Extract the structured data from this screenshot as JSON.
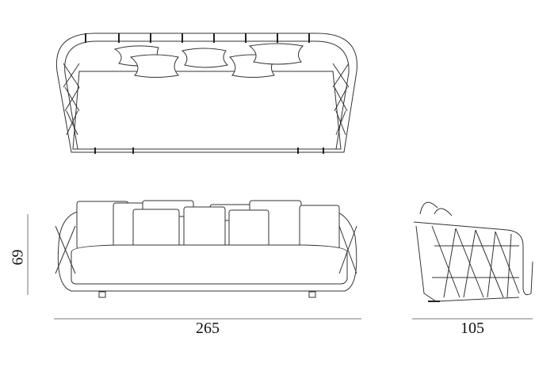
{
  "dimensions": {
    "height": "69",
    "width": "265",
    "depth": "105"
  }
}
